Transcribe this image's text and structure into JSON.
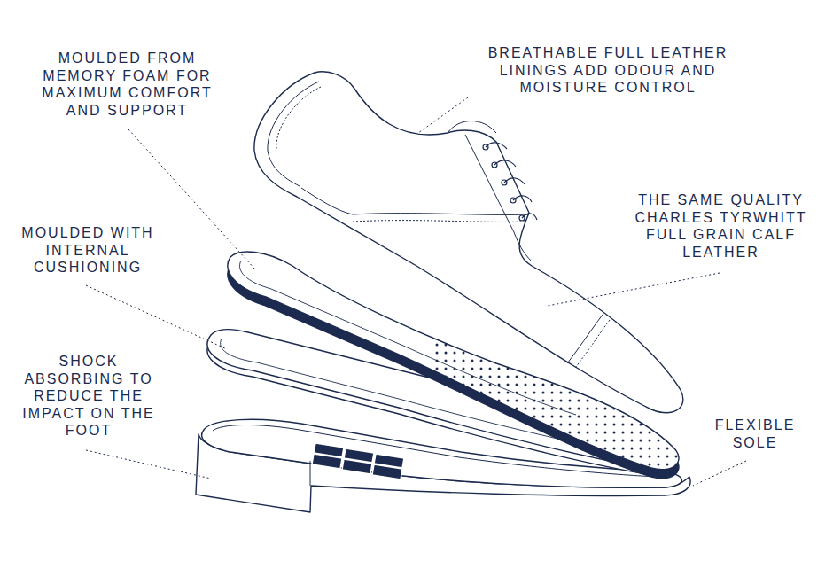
{
  "diagram": {
    "labels": [
      "MOULDED FROM MEMORY FOAM FOR MAXIMUM COMFORT AND SUPPORT",
      "BREATHABLE FULL LEATHER LININGS ADD ODOUR AND MOISTURE CONTROL",
      "MOULDED WITH INTERNAL CUSHIONING",
      "THE SAME QUALITY CHARLES TYRWHITT FULL GRAIN CALF LEATHER",
      "SHOCK ABSORBING TO REDUCE THE IMPACT ON THE FOOT",
      "FLEXIBLE SOLE"
    ]
  }
}
